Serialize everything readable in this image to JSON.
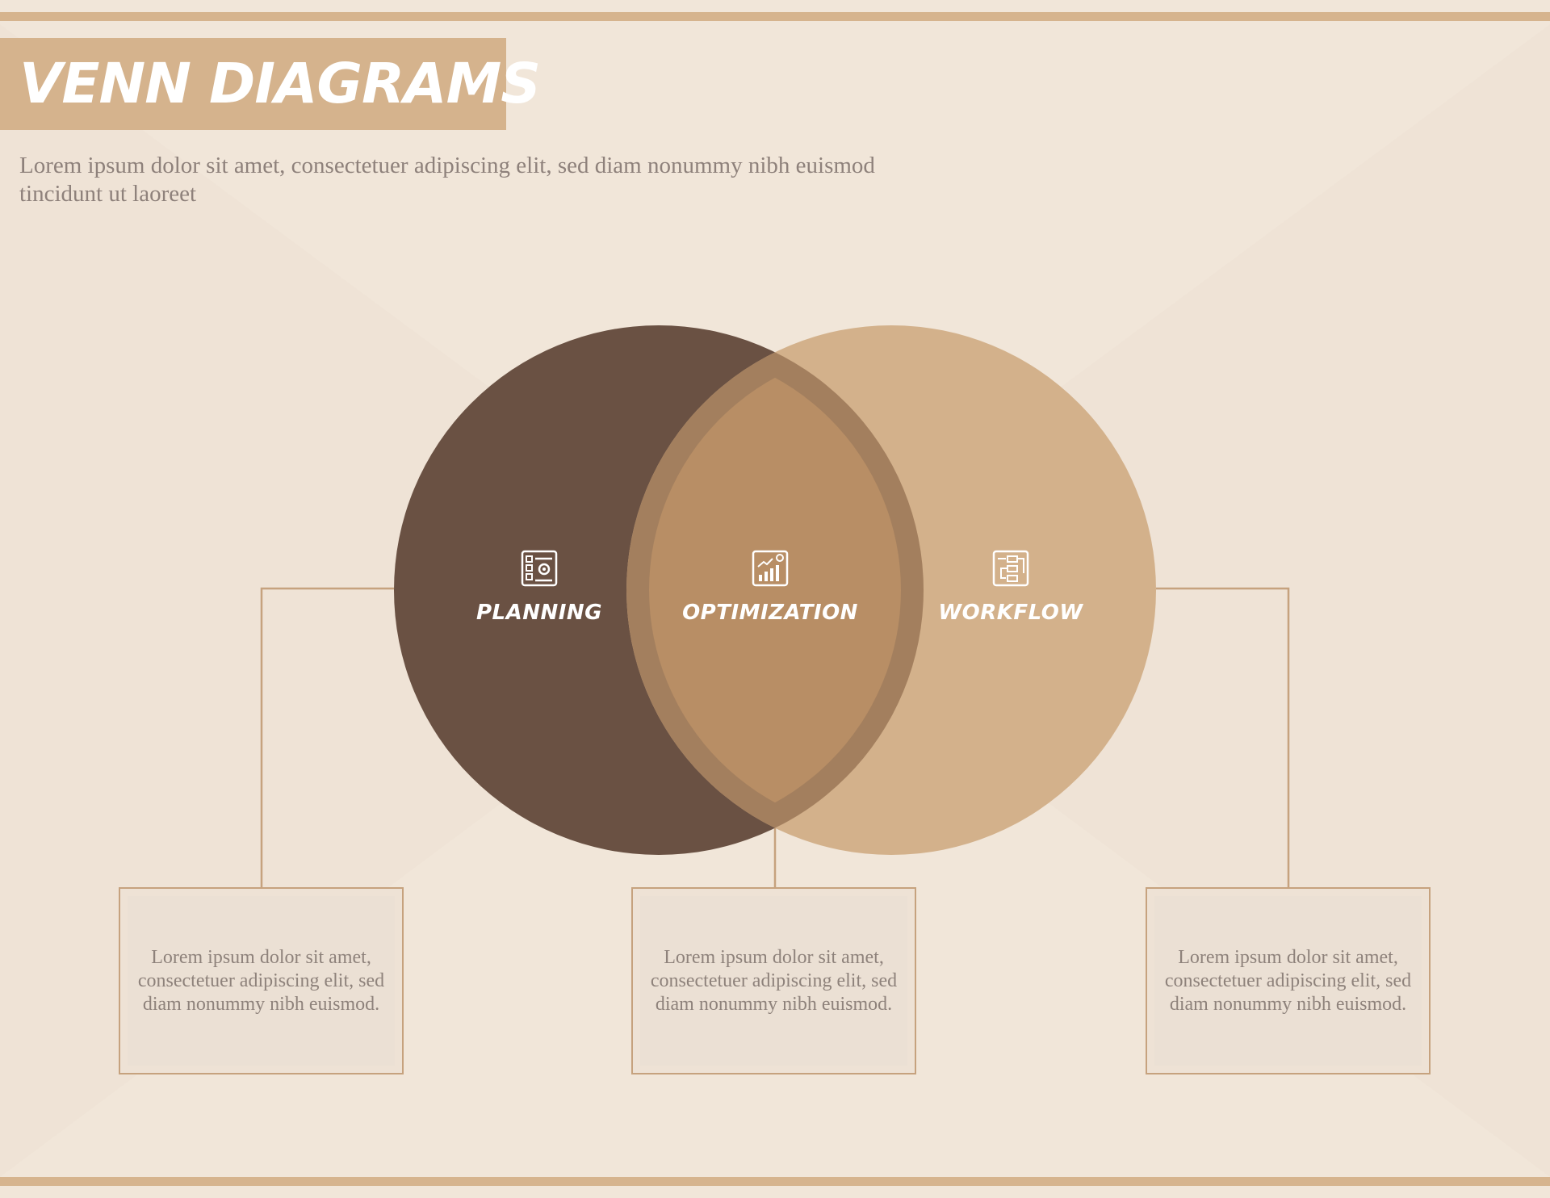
{
  "header": {
    "title": "VENN DIAGRAMS",
    "subtitle": "Lorem ipsum dolor sit amet, consectetuer adipiscing elit, sed diam nonummy nibh euismod tincidunt ut laoreet"
  },
  "venn": {
    "sets": [
      {
        "label": "PLANNING",
        "icon": "planning-checklist-gear-icon",
        "color": "#6a5143"
      },
      {
        "label": "OPTIMIZATION",
        "icon": "optimization-chart-growth-icon",
        "color": "#b88e65"
      },
      {
        "label": "WORKFLOW",
        "icon": "workflow-process-icon",
        "color": "#d3b18b"
      }
    ],
    "descriptions": [
      "Lorem ipsum dolor sit amet, consectetuer adipiscing elit, sed diam nonummy nibh euismod.",
      "Lorem ipsum dolor sit amet, consectetuer adipiscing elit, sed diam nonummy nibh euismod.",
      "Lorem ipsum dolor sit amet, consectetuer adipiscing elit, sed diam nonummy nibh euismod."
    ]
  },
  "colors": {
    "background": "#f1e6d9",
    "accent": "#d6b48e",
    "connector": "#c6a27e",
    "text_muted": "#8e817b"
  }
}
